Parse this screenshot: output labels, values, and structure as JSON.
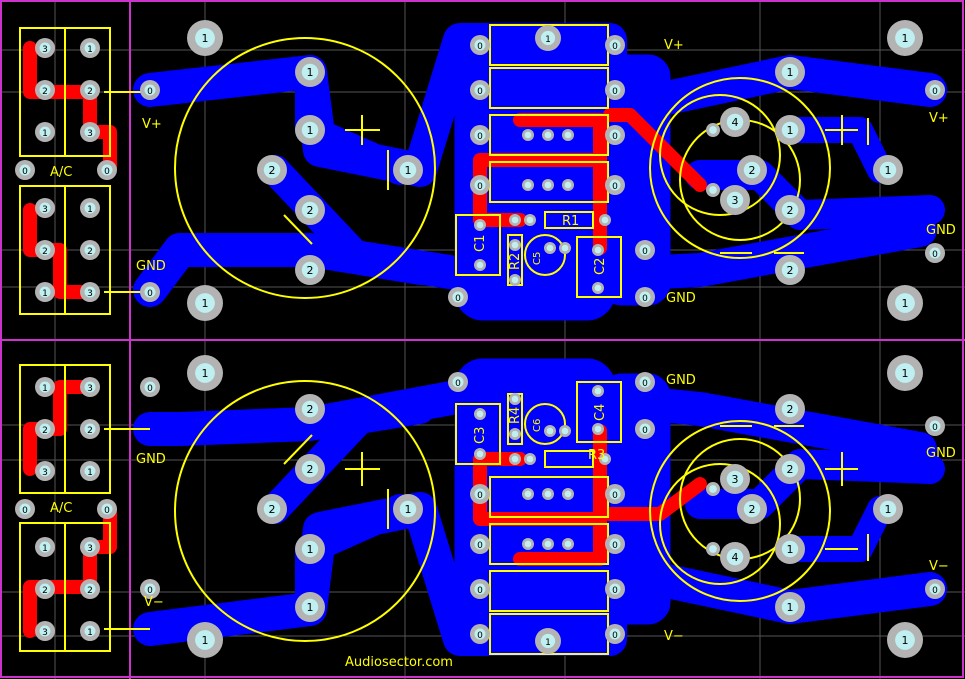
{
  "colors": {
    "background": "#000000",
    "copper_bottom": "#0000ff",
    "copper_top": "#ff0000",
    "silkscreen": "#ffff00",
    "pad": "#b3b3b3",
    "pad_hole": "#bfeff0",
    "grid": "#9a9a9a",
    "board_outline": "#cc33cc"
  },
  "top_channel": {
    "connectors": {
      "ac_label": "A/C",
      "ac_pads": [
        "0",
        "0"
      ],
      "header_upper": [
        "3",
        "1",
        "2",
        "2",
        "1",
        "3"
      ],
      "header_lower": [
        "3",
        "1",
        "2",
        "2",
        "1",
        "3"
      ],
      "input_upper_label": "V+",
      "input_lower_label": "GND",
      "output_upper_label": "V+",
      "output_lower_label": "GND"
    },
    "regulator": {
      "label_out": "V+",
      "label_gnd": "GND",
      "r1": "R1",
      "r2": "R2",
      "c1": "C1",
      "c2": "C2",
      "c5": "C5"
    },
    "capacitor_pads": [
      "1",
      "1",
      "1",
      "2",
      "2",
      "2"
    ],
    "right_pads": [
      "1",
      "1",
      "1",
      "2",
      "2",
      "2",
      "3",
      "4"
    ]
  },
  "bottom_channel": {
    "connectors": {
      "ac_label": "A/C",
      "ac_pads": [
        "0",
        "0"
      ],
      "header_upper": [
        "3",
        "1",
        "2",
        "2",
        "1",
        "3"
      ],
      "header_lower": [
        "3",
        "1",
        "2",
        "2",
        "1",
        "3"
      ],
      "input_upper_label": "GND",
      "input_lower_label": "V−",
      "output_upper_label": "GND",
      "output_lower_label": "V−"
    },
    "regulator": {
      "label_out": "V−",
      "label_gnd": "GND",
      "r3": "R3",
      "r4": "R4",
      "c3": "C3",
      "c4": "C4",
      "c6": "C6"
    },
    "capacitor_pads": [
      "1",
      "1",
      "1",
      "2",
      "2",
      "2"
    ],
    "right_pads": [
      "1",
      "1",
      "1",
      "2",
      "2",
      "2",
      "3",
      "4"
    ]
  },
  "mounting_pads": [
    "1",
    "1",
    "1",
    "1",
    "1",
    "1",
    "1",
    "1"
  ],
  "pad_zero": "0",
  "pad_one": "1",
  "footer": "Audiosector.com"
}
